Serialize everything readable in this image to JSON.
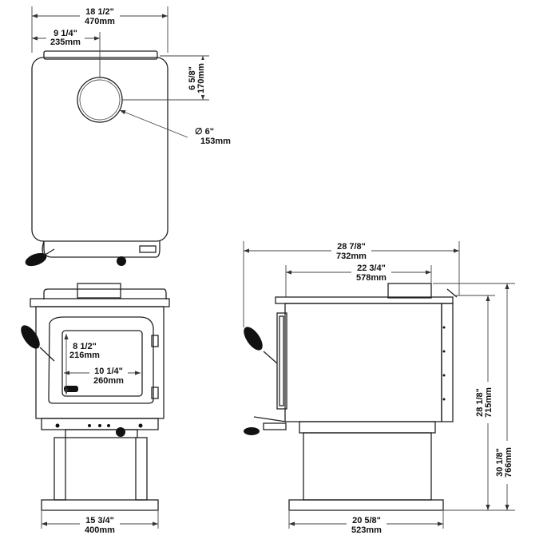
{
  "title": "Wood stove dimensions diagram",
  "top_view": {
    "width": {
      "imperial": "18  1/2\"",
      "metric": "470mm"
    },
    "flue_offset": {
      "imperial": "9  1/4\"",
      "metric": "235mm"
    },
    "flue_from_back": {
      "imperial": "6  5/8\"",
      "metric": "170mm"
    },
    "flue_diameter": {
      "imperial": "∅  6\"",
      "metric": "153mm"
    }
  },
  "front_view": {
    "glass_height": {
      "imperial": "8  1/2\"",
      "metric": "216mm"
    },
    "glass_width": {
      "imperial": "10  1/4\"",
      "metric": "260mm"
    },
    "base_width": {
      "imperial": "15  3/4\"",
      "metric": "400mm"
    }
  },
  "side_view": {
    "overall_depth": {
      "imperial": "28  7/8\"",
      "metric": "732mm"
    },
    "body_depth": {
      "imperial": "22  3/4\"",
      "metric": "578mm"
    },
    "base_depth": {
      "imperial": "20  5/8\"",
      "metric": "523mm"
    },
    "flue_height": {
      "imperial": "28  1/8\"",
      "metric": "715mm"
    },
    "overall_height": {
      "imperial": "30  1/8\"",
      "metric": "766mm"
    }
  }
}
